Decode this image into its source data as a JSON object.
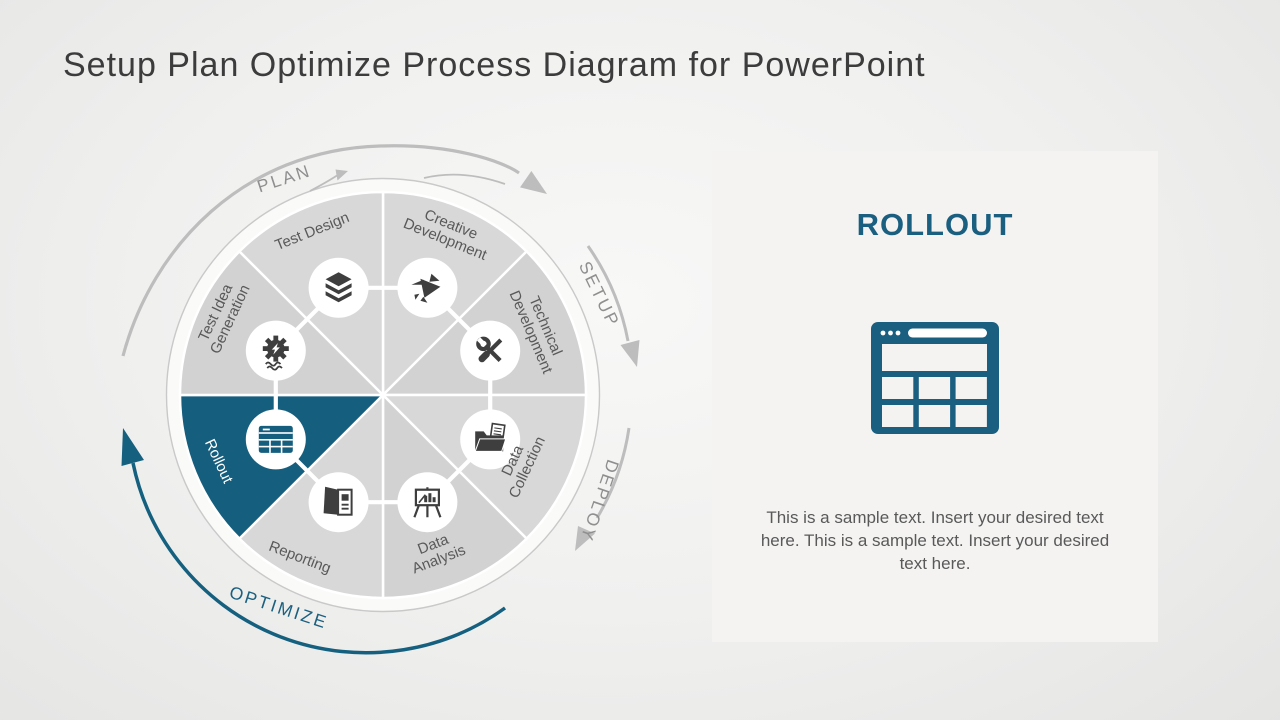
{
  "slide": {
    "title": "Setup Plan Optimize Process Diagram for PowerPoint"
  },
  "diagram": {
    "phases": [
      {
        "label": "PLAN"
      },
      {
        "label": "SETUP"
      },
      {
        "label": "DEPLOY"
      },
      {
        "label": "OPTIMIZE"
      }
    ],
    "wedges": [
      {
        "label": "Creative Development",
        "lines": [
          "Creative",
          "Development"
        ],
        "icon": "origami-bird-icon",
        "highlighted": false
      },
      {
        "label": "Technical Development",
        "lines": [
          "Technical",
          "Development"
        ],
        "icon": "crossed-tools-icon",
        "highlighted": false
      },
      {
        "label": "Data Collection",
        "lines": [
          "Data",
          "Collection"
        ],
        "icon": "folder-document-icon",
        "highlighted": false
      },
      {
        "label": "Data Analysis",
        "lines": [
          "Data",
          "Analysis"
        ],
        "icon": "chart-easel-icon",
        "highlighted": false
      },
      {
        "label": "Reporting",
        "lines": [
          "Reporting"
        ],
        "icon": "report-book-icon",
        "highlighted": false
      },
      {
        "label": "Rollout",
        "lines": [
          "Rollout"
        ],
        "icon": "table-grid-icon",
        "highlighted": true
      },
      {
        "label": "Test Idea Generation",
        "lines": [
          "Test Idea",
          "Generation"
        ],
        "icon": "gear-lightning-icon",
        "highlighted": false
      },
      {
        "label": "Test Design",
        "lines": [
          "Test Design"
        ],
        "icon": "layers-stack-icon",
        "highlighted": false
      }
    ]
  },
  "panel": {
    "title": "ROLLOUT",
    "icon": "table-window-icon",
    "body": "This is a sample text. Insert your desired text here. This is a sample text. Insert your desired text here."
  },
  "colors": {
    "highlight_teal": "#155E7E",
    "panel_title_teal": "#1B5F80",
    "optimize_label_teal": "#1B607F",
    "wedge_light_gray": "#D8D8D8",
    "wedge_dark_gray": "#D2D2D2",
    "icon_gray": "#3E3E3E",
    "arc_gray": "#BDBDBD",
    "phase_label_gray": "#8F8F8F",
    "body_text_gray": "#595959",
    "title_gray": "#3C3C3C"
  }
}
